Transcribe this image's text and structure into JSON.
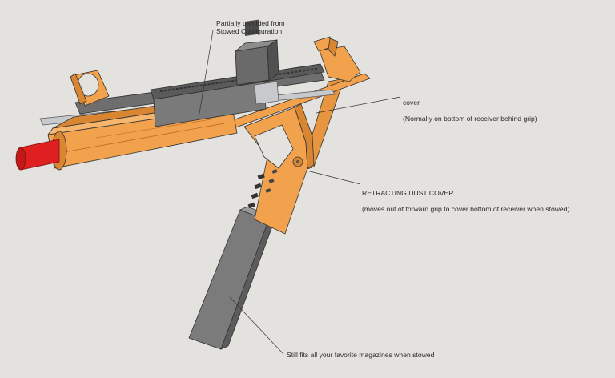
{
  "annotations": {
    "partially_unfolded": "Partially unfolded from\nStowed Configuration",
    "cover_title": "cover",
    "cover_detail": "(Normally on bottom of receiver behind grip)",
    "dust_cover_title": "RETRACTING DUST COVER",
    "dust_cover_detail": "(moves out of forward grip to cover bottom of receiver when stowed)",
    "magazines": "Still fits all your favorite magazines when stowed"
  },
  "colors": {
    "background": "#e3e2de",
    "body_orange": "#f2a14c",
    "body_orange_shade": "#d98632",
    "rail_gray": "#6e6e6e",
    "magazine_gray": "#7d7d7d",
    "muzzle_red": "#e02020",
    "rod_silver": "#c7c9cc"
  }
}
